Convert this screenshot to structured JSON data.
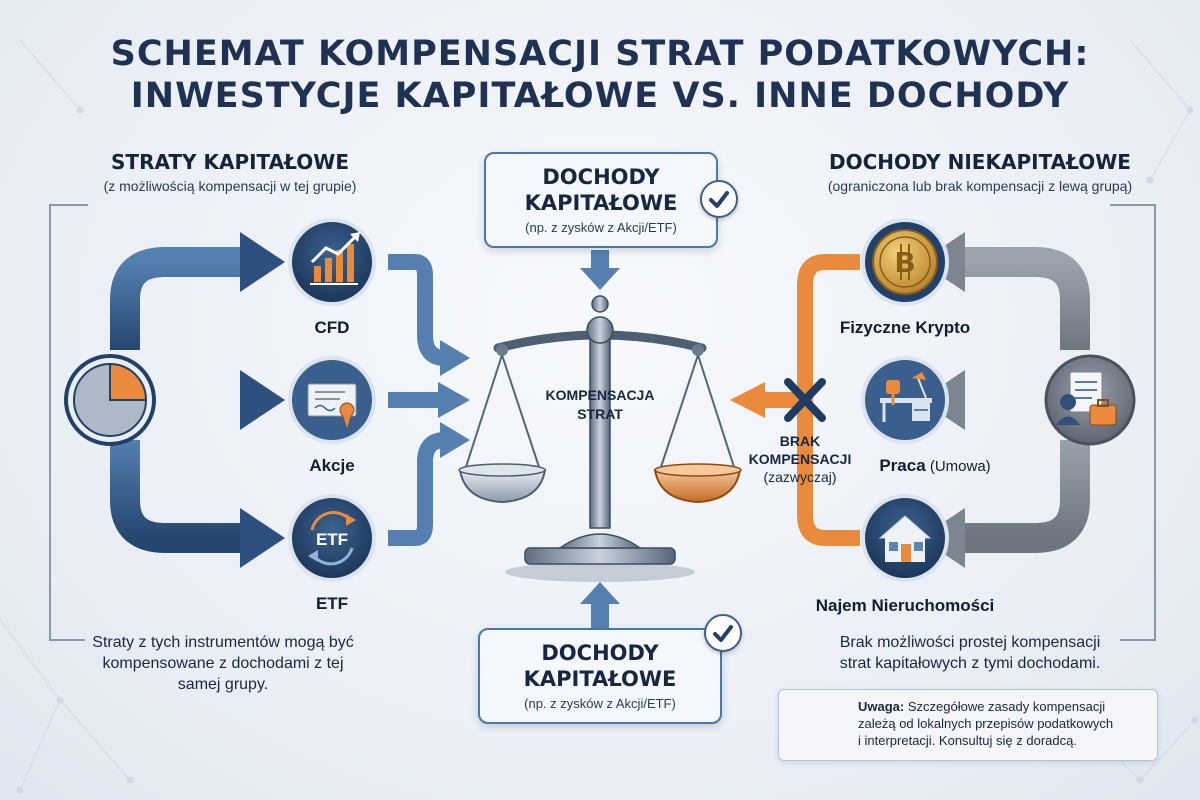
{
  "title": {
    "line1": "SCHEMAT KOMPENSACJI STRAT PODATKOWYCH:",
    "line2": "INWESTYCJE KAPITAŁOWE VS. INNE DOCHODY"
  },
  "left_group": {
    "heading": "STRATY KAPITAŁOWE",
    "subheading": "(z możliwością kompensacji w tej grupie)",
    "items": [
      {
        "label": "CFD",
        "icon": "chart-icon"
      },
      {
        "label": "Akcje",
        "icon": "certificate-icon"
      },
      {
        "label": "ETF",
        "icon": "etf-icon"
      }
    ],
    "footer": [
      "Straty z tych instrumentów mogą być",
      "kompensowane z dochodami z tej",
      "samej grupy."
    ],
    "source_icon": "pie-chart-icon"
  },
  "center": {
    "top_card": {
      "title_line1": "DOCHODY",
      "title_line2": "KAPITAŁOWE",
      "note": "(np. z zysków z Akcji/ETF)"
    },
    "bottom_card": {
      "title_line1": "DOCHODY",
      "title_line2": "KAPITAŁOWE",
      "note": "(np. z zysków z Akcji/ETF)"
    },
    "scale_label_line1": "KOMPENSACJA",
    "scale_label_line2": "STRAT",
    "brak_line1": "BRAK",
    "brak_line2": "KOMPENSACJI",
    "brak_line3": "(zazwyczaj)"
  },
  "right_group": {
    "heading": "DOCHODY NIEKAPITAŁOWE",
    "subheading": "(ograniczona lub brak kompensacji z lewą grupą)",
    "items": [
      {
        "label": "Fizyczne Krypto",
        "sub": "",
        "icon": "bitcoin-icon"
      },
      {
        "label": "Praca",
        "sub": " (Umowa)",
        "icon": "desk-icon"
      },
      {
        "label": "Najem Nieruchomości",
        "sub": "",
        "icon": "house-icon"
      }
    ],
    "footer": [
      "Brak możliwości prostej kompensacji",
      "strat kapitałowych z tymi dochodami."
    ],
    "source_icon": "document-briefcase-icon"
  },
  "warning": {
    "bold": "Uwaga:",
    "line1": " Szczegółowe zasady kompensacji",
    "line2": "zależą od lokalnych przepisów podatkowych",
    "line3": "i interpretacji. Konsultuj się z doradcą.",
    "icon": "warning-icon"
  },
  "colors": {
    "navy": "#1f3a63",
    "blue_arrow": "#3f6b9a",
    "orange": "#e98a3c",
    "gray_arrow": "#7d8690",
    "card_border": "#4b78a8"
  }
}
